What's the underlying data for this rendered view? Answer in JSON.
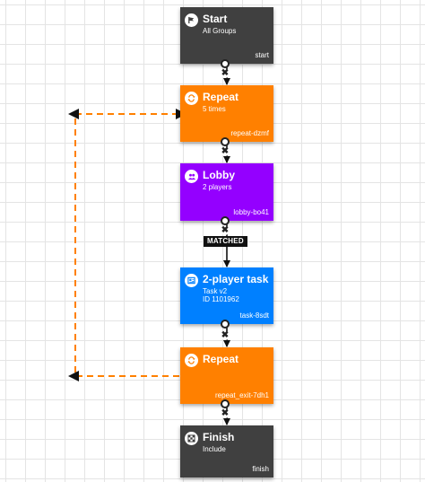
{
  "colors": {
    "start": "#404040",
    "repeat": "#ff8000",
    "lobby": "#9400ff",
    "task": "#0080ff",
    "finish": "#404040",
    "loop_edge": "#ff8000",
    "edge": "#111111"
  },
  "nodes": [
    {
      "key": "start",
      "title": "Start",
      "line1": "All Groups",
      "line2": "",
      "id": "start",
      "icon": "flag-icon"
    },
    {
      "key": "repeat",
      "title": "Repeat",
      "line1": "5 times",
      "line2": "",
      "id": "repeat-dzmf",
      "icon": "repeat-icon"
    },
    {
      "key": "lobby",
      "title": "Lobby",
      "line1": "2 players",
      "line2": "",
      "id": "lobby-bo41",
      "icon": "group-icon"
    },
    {
      "key": "task",
      "title": "2-player task",
      "line1": "Task v2",
      "line2": "ID 1101962",
      "id": "task-8sdt",
      "icon": "task-icon"
    },
    {
      "key": "repeat_exit",
      "title": "Repeat",
      "line1": "",
      "line2": "",
      "id": "repeat_exit-7dh1",
      "icon": "repeat-icon"
    },
    {
      "key": "finish",
      "title": "Finish",
      "line1": "Include",
      "line2": "",
      "id": "finish",
      "icon": "checkered-flag-icon"
    }
  ],
  "edge_labels": {
    "lobby_to_task": "MATCHED"
  }
}
